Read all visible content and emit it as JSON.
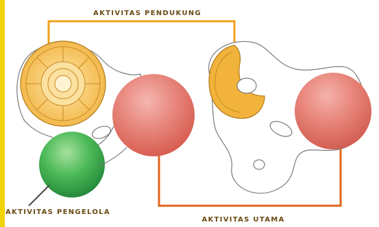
{
  "labels": {
    "top": "AKTIVITAS PENDUKUNG",
    "bottom_left": "AKTIVITAS PENGELOLA",
    "bottom_right": "AKTIVITAS UTAMA"
  },
  "colors": {
    "edge_strip": "#f2d400",
    "top_connector": "#f0a21c",
    "bottom_connector": "#e0641c",
    "blob_outline": "#7a7a7a",
    "label_text": "#6b4a12",
    "orange_fill": "#f2b33c",
    "red_sphere": "#e46060",
    "green_sphere": "#3aa84a"
  }
}
